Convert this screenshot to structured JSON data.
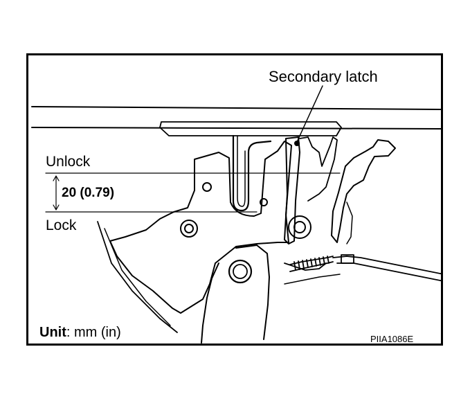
{
  "labels": {
    "secondary_latch": "Secondary latch",
    "unlock": "Unlock",
    "lock": "Lock",
    "dimension": "20 (0.79)",
    "unit_prefix": "Unit",
    "unit_value": ": mm (in)",
    "figure_code": "PIIA1086E"
  },
  "colors": {
    "line": "#000000",
    "background": "#ffffff"
  }
}
